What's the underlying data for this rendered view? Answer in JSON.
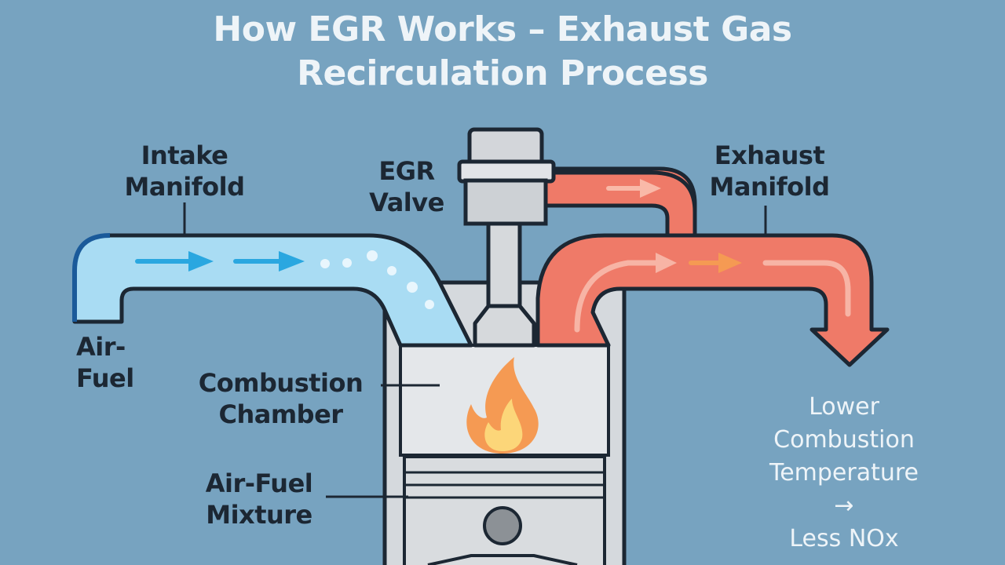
{
  "title": {
    "line1": "How EGR Works – Exhaust Gas",
    "line2": "Recirculation Process"
  },
  "labels": {
    "intake_manifold": [
      "Intake",
      "Manifold"
    ],
    "egr_valve": [
      "EGR",
      "Valve"
    ],
    "exhaust_manifold": [
      "Exhaust",
      "Manifold"
    ],
    "air_fuel": [
      "Air-",
      "Fuel"
    ],
    "combustion_chamber": [
      "Combustion",
      "Chamber"
    ],
    "air_fuel_mixture": [
      "Air-Fuel",
      "Mixture"
    ]
  },
  "effect": {
    "line1": "Lower",
    "line2": "Combustion",
    "line3": "Temperature",
    "arrow": "→",
    "line4": "Less NOx"
  },
  "colors": {
    "background": "#77a3c0",
    "intake_flow": "#a9dcf3",
    "exhaust_flow": "#ef7a68",
    "engine_metal": "#d9dde1",
    "outline": "#1c2733",
    "flame": "#f59a53"
  }
}
